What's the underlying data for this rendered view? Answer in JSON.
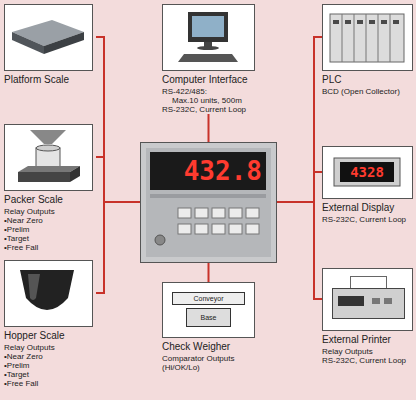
{
  "diagram": {
    "nodes": [
      {
        "text": [
          "Platform Scale"
        ]
      },
      {
        "text": [
          "Computer Interface",
          "RS-422/485:",
          "Max.10 units, 500m",
          "RS-232C, Current Loop"
        ]
      },
      {
        "text": [
          "PLC",
          "BCD (Open Collector)"
        ]
      },
      {
        "text": [
          "Packer Scale",
          "Relay Outputs",
          "•Near Zero",
          "•Prelim",
          "•Target",
          "•Free Fall"
        ]
      },
      {
        "text": [
          "432.8"
        ]
      },
      {
        "text": [
          "External Display",
          "RS-232C, Current Loop"
        ]
      },
      {
        "text": [
          "Hopper Scale",
          "Relay Outputs",
          "•Near Zero",
          "•Prelim",
          "•Target",
          "•Free Fall"
        ]
      },
      {
        "text": [
          "Check Weigher",
          "Comparator Outputs (Hi/OK/Lo)"
        ]
      },
      {
        "text": [
          "External Printer",
          "Relay Outputs",
          "RS-232C, Current Loop"
        ]
      }
    ],
    "edges": [
      {
        "from": 4,
        "to": 0,
        "arrow": "none"
      },
      {
        "from": 4,
        "to": 1,
        "arrow": "none"
      },
      {
        "from": 4,
        "to": 2,
        "arrow": "none"
      },
      {
        "from": 4,
        "to": 3,
        "arrow": "none"
      },
      {
        "from": 4,
        "to": 5,
        "arrow": "none"
      },
      {
        "from": 4,
        "to": 6,
        "arrow": "none"
      },
      {
        "from": 4,
        "to": 7,
        "arrow": "none"
      },
      {
        "from": 4,
        "to": 8,
        "arrow": "none"
      }
    ],
    "labels": [
      "4328",
      "Conveyor",
      "Base"
    ]
  }
}
